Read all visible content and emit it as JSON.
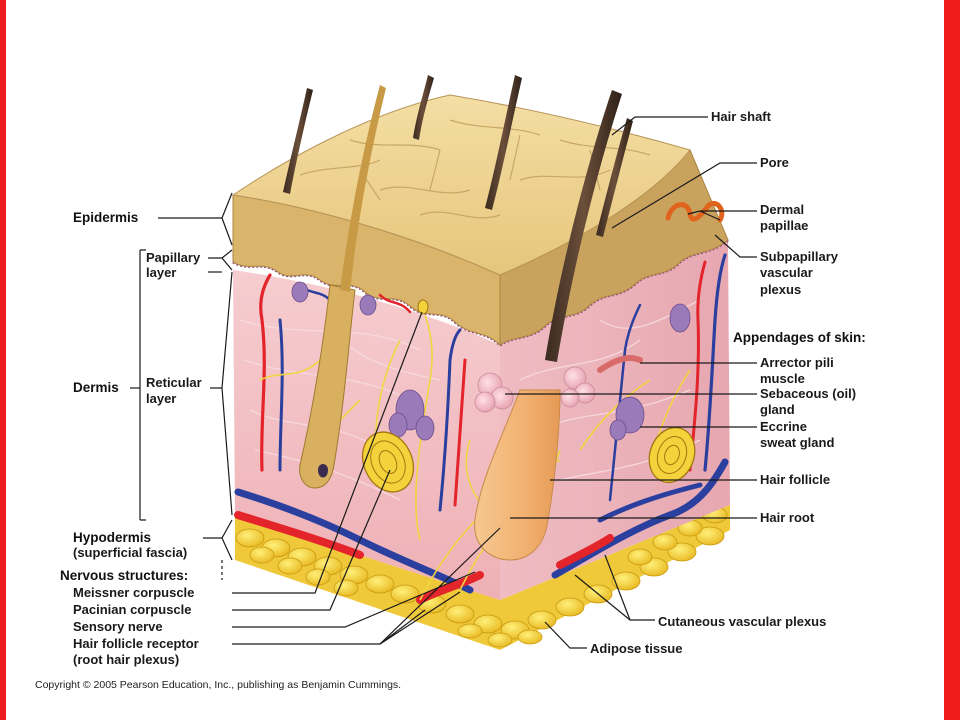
{
  "colors": {
    "frame_red": "#ee1c1c",
    "dermis_pink": "#f2c0c4",
    "epidermis_tan": "#e2c079",
    "artery_red": "#e3242b",
    "vein_blue": "#2a3f9e",
    "adipose_yellow": "#f2cf3a",
    "nerve_yellow": "#f0d640"
  },
  "left_labels": {
    "epidermis": "Epidermis",
    "papillary_line1": "Papillary",
    "papillary_line2": "layer",
    "dermis": "Dermis",
    "reticular_line1": "Reticular",
    "reticular_line2": "layer",
    "hypodermis": "Hypodermis",
    "superficial_fascia": "(superficial fascia)",
    "nervous_structures": "Nervous structures:",
    "meissner": "Meissner corpuscle",
    "pacinian": "Pacinian corpuscle",
    "sensory_nerve": "Sensory nerve",
    "hair_follicle_receptor": "Hair follicle receptor",
    "root_hair_plexus": "(root hair plexus)"
  },
  "right_labels": {
    "hair_shaft": "Hair shaft",
    "pore": "Pore",
    "dermal_line1": "Dermal",
    "dermal_line2": "papillae",
    "subpap_line1": "Subpapillary",
    "subpap_line2": "vascular",
    "subpap_line3": "plexus",
    "appendages": "Appendages of skin:",
    "arrector_line1": "Arrector pili",
    "arrector_line2": "muscle",
    "sebaceous_line1": "Sebaceous (oil)",
    "sebaceous_line2": "gland",
    "eccrine_line1": "Eccrine",
    "eccrine_line2": "sweat gland",
    "hair_follicle": "Hair follicle",
    "hair_root": "Hair root"
  },
  "bottom_labels": {
    "cutaneous_vascular_plexus": "Cutaneous vascular plexus",
    "adipose_tissue": "Adipose tissue"
  },
  "copyright": "Copyright © 2005 Pearson Education, Inc., publishing as Benjamin Cummings."
}
